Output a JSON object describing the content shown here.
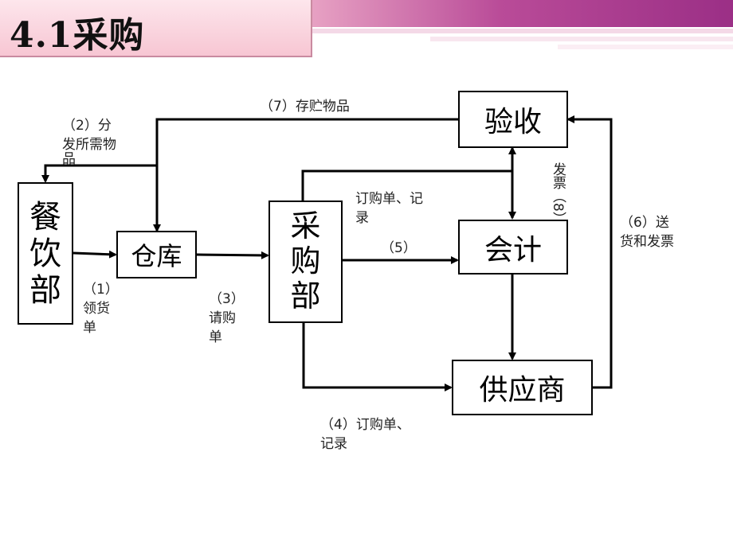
{
  "slide": {
    "title": "4.1采购"
  },
  "nodes": {
    "inspection": "验收",
    "accounting": "会计",
    "supplier": "供应商",
    "warehouse": "仓库",
    "catering": [
      "餐",
      "饮",
      "部"
    ],
    "purchasing": [
      "采",
      "购",
      "部"
    ]
  },
  "labels": {
    "l7": "（7）存贮物品",
    "l2": [
      "（2）分",
      "发所需物",
      "品"
    ],
    "l1": [
      "（1）",
      "领货",
      "单"
    ],
    "l3": [
      "（3）",
      "请购",
      "单"
    ],
    "l5a": [
      "订购单、记",
      "录"
    ],
    "l5b": "（5）",
    "l8": "发票（8）",
    "l6": [
      "（6）送",
      "货和发票"
    ],
    "l4": [
      "（4）订购单、",
      "记录"
    ]
  },
  "colors": {
    "title_bg": "#f7c6d3",
    "band": "#b94b98",
    "line": "#000000"
  }
}
